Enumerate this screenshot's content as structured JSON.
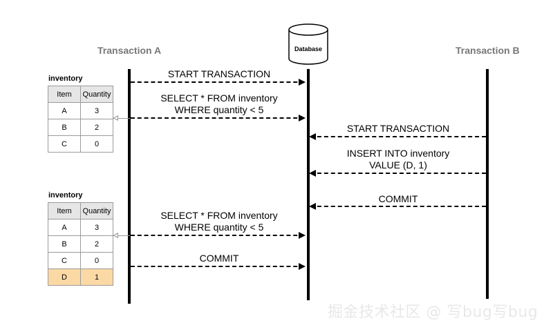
{
  "participants": {
    "transaction_a": "Transaction A",
    "database": "Database",
    "transaction_b": "Transaction B"
  },
  "messages": {
    "a_start": "START TRANSACTION",
    "a_select1_line1": "SELECT * FROM inventory",
    "a_select1_line2": "WHERE quantity < 5",
    "b_start": "START TRANSACTION",
    "b_insert_line1": "INSERT INTO inventory",
    "b_insert_line2": "VALUE (D, 1)",
    "b_commit": "COMMIT",
    "a_select2_line1": "SELECT * FROM inventory",
    "a_select2_line2": "WHERE quantity < 5",
    "a_commit": "COMMIT"
  },
  "table1": {
    "title": "inventory",
    "headers": [
      "Item",
      "Quantity"
    ],
    "rows": [
      [
        "A",
        "3"
      ],
      [
        "B",
        "2"
      ],
      [
        "C",
        "0"
      ]
    ]
  },
  "table2": {
    "title": "inventory",
    "headers": [
      "Item",
      "Quantity"
    ],
    "rows": [
      [
        "A",
        "3"
      ],
      [
        "B",
        "2"
      ],
      [
        "C",
        "0"
      ],
      [
        "D",
        "1"
      ]
    ],
    "highlight_color": "#fbd9a5"
  },
  "watermark": "掘金技术社区 @ 写bug写bug"
}
